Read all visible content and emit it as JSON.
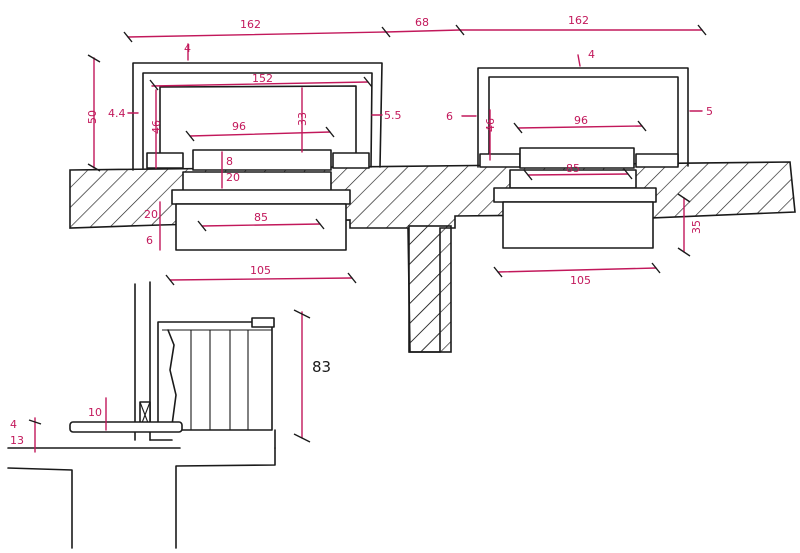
{
  "colors": {
    "ink": "#1a1a1a",
    "dimension": "#c2185b",
    "paper": "#ffffff"
  },
  "dimensions": {
    "top_left_span": "162",
    "top_gap": "68",
    "top_right_span": "162",
    "left_frame_top_offset": "4",
    "left_height": "50",
    "left_side": "4.4",
    "left_inner_width": "152",
    "left_right_side": "5.5",
    "left_inner_height": "46",
    "left_cap_width": "96",
    "left_cap_height": "33",
    "left_step_a": "8",
    "left_step_b": "20",
    "left_base_width": "85",
    "left_base_a": "20",
    "left_base_b": "6",
    "left_foot_width": "105",
    "right_frame_top_offset": "4",
    "right_left_side": "6",
    "right_inner_height": "46",
    "right_right_side": "5",
    "right_cap_width": "96",
    "right_base_width": "85",
    "right_side_height": "35",
    "right_foot_width": "105",
    "detail_height": "83",
    "detail_step": "10",
    "detail_sill_top": "4",
    "detail_sill_height": "13"
  }
}
